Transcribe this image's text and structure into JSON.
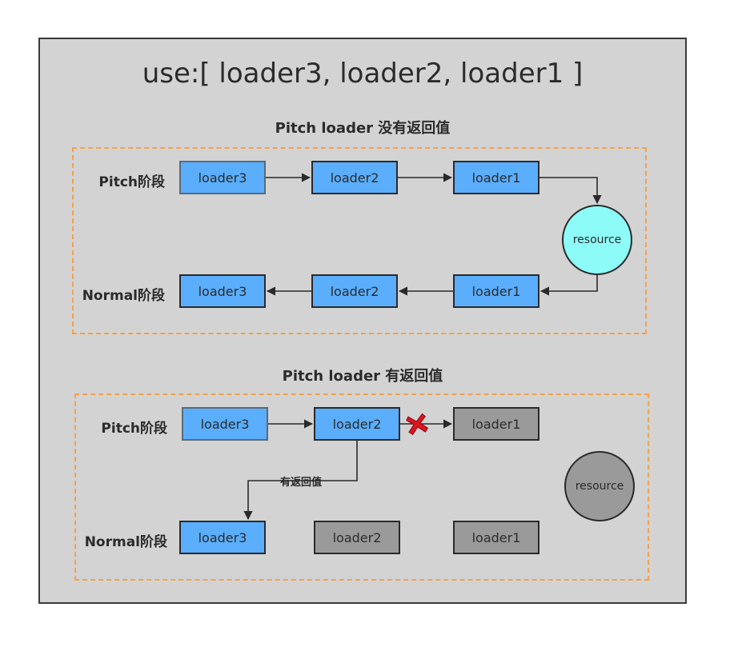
{
  "title": "use:[ loader3, loader2, loader1 ]",
  "section1": {
    "title": "Pitch loader 没有返回值",
    "pitch_label": "Pitch阶段",
    "normal_label": "Normal阶段",
    "pitch_nodes": [
      "loader3",
      "loader2",
      "loader1"
    ],
    "normal_nodes": [
      "loader3",
      "loader2",
      "loader1"
    ],
    "resource": "resource"
  },
  "section2": {
    "title": "Pitch loader 有返回值",
    "pitch_label": "Pitch阶段",
    "normal_label": "Normal阶段",
    "pitch_nodes": [
      "loader3",
      "loader2",
      "loader1"
    ],
    "normal_nodes": [
      "loader3",
      "loader2",
      "loader1"
    ],
    "resource": "resource",
    "return_edge_label": "有返回值"
  },
  "colors": {
    "active_node": "#5aaefc",
    "inactive_node": "#9a9a9a",
    "resource_active": "#8dfcf9",
    "blocked_mark": "#e0141e",
    "dashed_border": "#f5a04a"
  }
}
